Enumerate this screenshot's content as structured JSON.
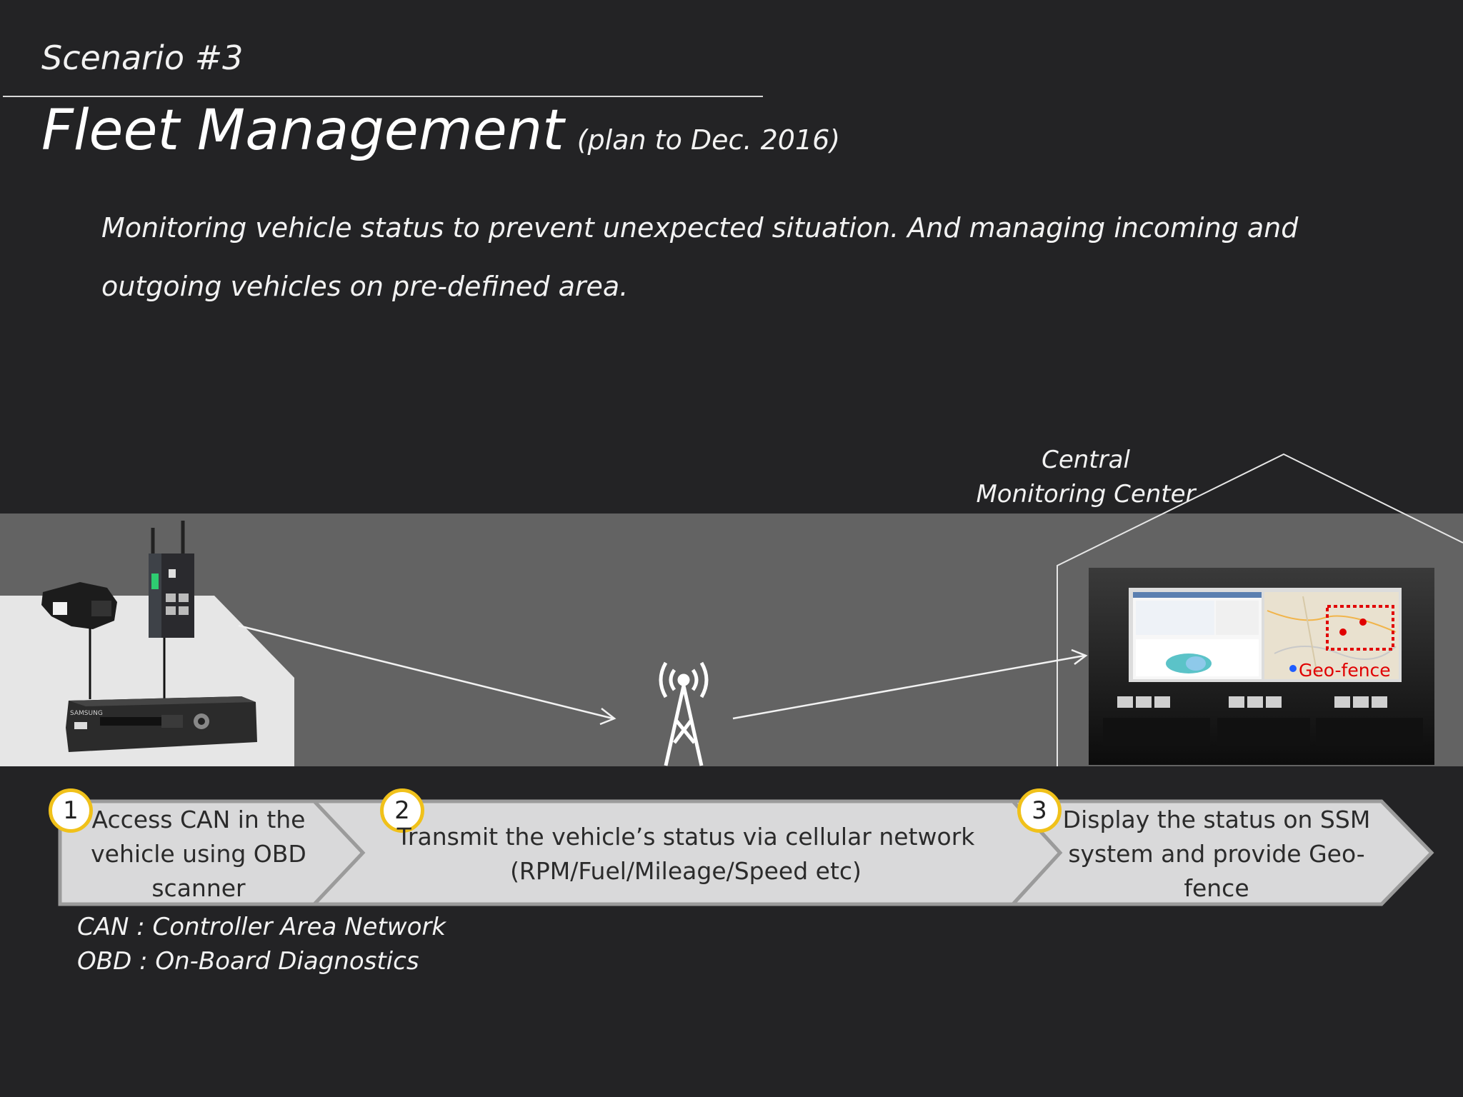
{
  "header": {
    "scenario": "Scenario #3",
    "title": "Fleet Management",
    "subtitle": "(plan to Dec. 2016)"
  },
  "description": "Monitoring vehicle status to prevent unexpected situation. And managing incoming and outgoing vehicles on pre-defined area.",
  "diagram": {
    "center_label_line1": "Central",
    "center_label_line2": "Monitoring Center",
    "geofence_label": "Geo-fence",
    "device_brand": "SAMSUNG"
  },
  "steps": [
    {
      "number": "1",
      "text": "Access CAN in the vehicle using OBD scanner"
    },
    {
      "number": "2",
      "text_line1": "Transmit the vehicle’s status via cellular network",
      "text_line2": "(RPM/Fuel/Mileage/Speed etc)"
    },
    {
      "number": "3",
      "text": "Display the status on SSM system and provide Geo-fence"
    }
  ],
  "glossary": [
    "CAN : Controller Area Network",
    "OBD : On-Board Diagnostics"
  ],
  "colors": {
    "background": "#232325",
    "band": "#636363",
    "badge_border": "#f0c11a",
    "geofence": "#e00000",
    "marker_blue": "#1e5cff"
  }
}
